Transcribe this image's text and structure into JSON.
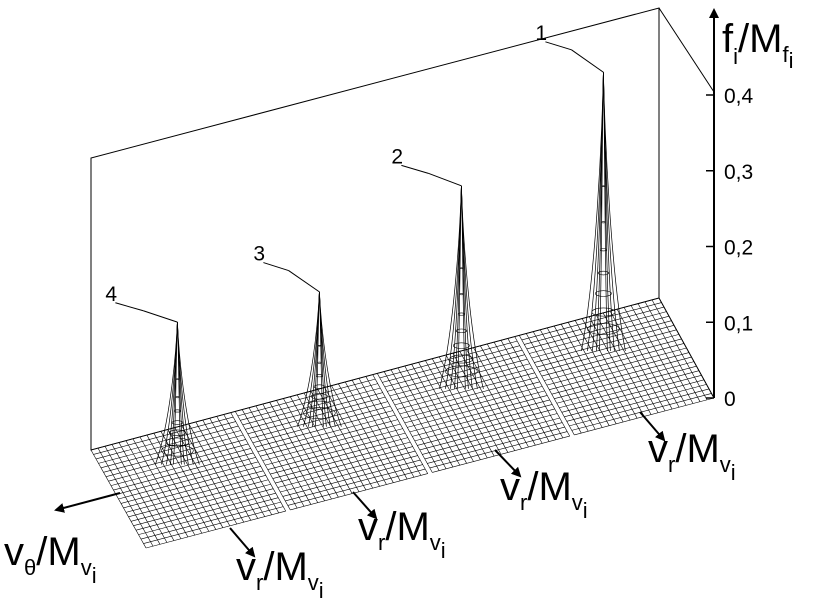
{
  "chart_data": {
    "type": "surface-3d",
    "z_axis": {
      "label_main": "f",
      "label_sub": "i",
      "label_den": "M",
      "label_den_sub": "f",
      "label_den_sub2": "i",
      "ticks": [
        "0",
        "0,1",
        "0,2",
        "0,3",
        "0,4"
      ],
      "tick_values": [
        0,
        0.1,
        0.2,
        0.3,
        0.4
      ],
      "zlim": [
        0,
        0.4
      ]
    },
    "theta_axis": {
      "label_main": "v",
      "label_theta": "θ",
      "label_den": "M",
      "label_den_sub": "v",
      "label_den_sub2": "i"
    },
    "r_axis_label": {
      "label_main": "v",
      "label_r": "r",
      "label_den": "M",
      "label_den_sub": "v",
      "label_den_sub2": "i"
    },
    "peaks": [
      {
        "name": "1",
        "value": 0.36
      },
      {
        "name": "2",
        "value": 0.26
      },
      {
        "name": "3",
        "value": 0.17
      },
      {
        "name": "4",
        "value": 0.18
      }
    ],
    "grid": true
  }
}
